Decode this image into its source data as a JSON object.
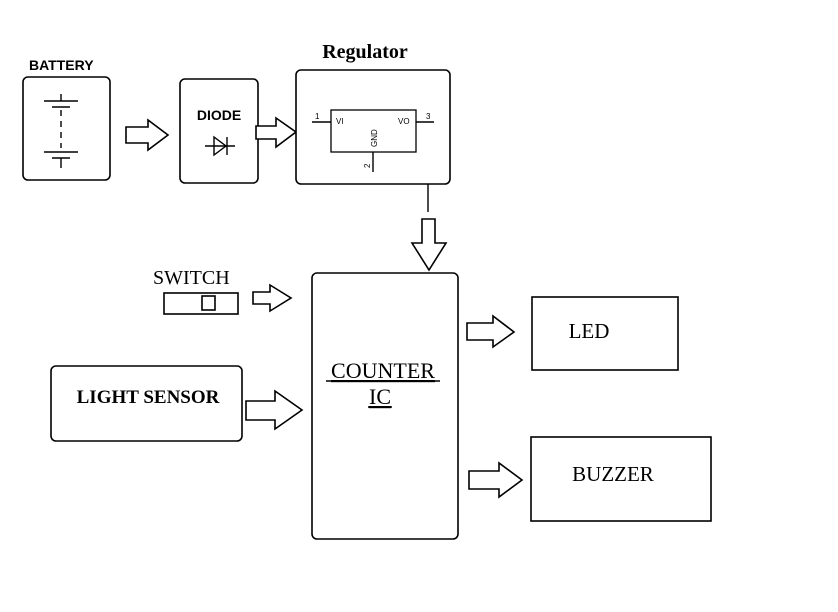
{
  "battery": {
    "label": "BATTERY"
  },
  "diode": {
    "label": "DIODE"
  },
  "regulator": {
    "title": "Regulator",
    "pin1_num": "1",
    "pin3_num": "3",
    "pin2_num": "2",
    "vi_label": "VI",
    "vo_label": "VO",
    "gnd_label": "GND"
  },
  "switch": {
    "label": "SWITCH"
  },
  "light_sensor": {
    "label": "LIGHT SENSOR"
  },
  "counter": {
    "line1": "COUNTER",
    "line2": "IC"
  },
  "led": {
    "label": "LED"
  },
  "buzzer": {
    "label": "BUZZER"
  }
}
